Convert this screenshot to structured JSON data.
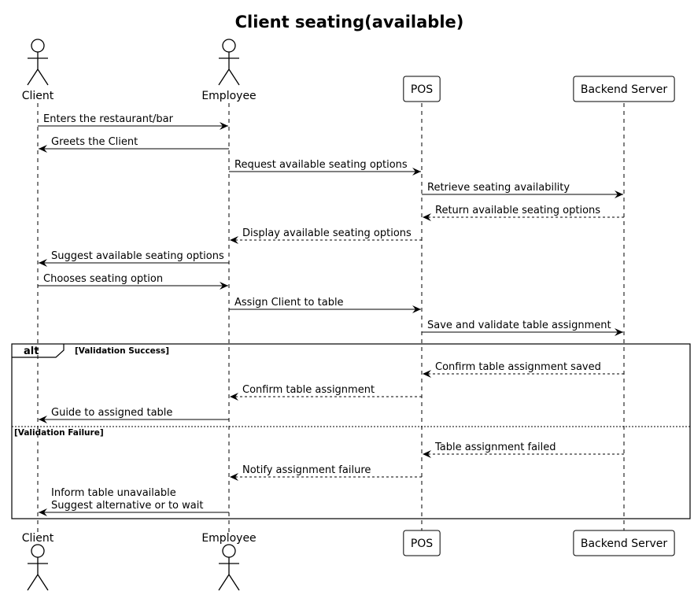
{
  "title": "Client seating(available)",
  "participants": [
    {
      "id": "client",
      "label": "Client",
      "kind": "actor"
    },
    {
      "id": "employee",
      "label": "Employee",
      "kind": "actor"
    },
    {
      "id": "pos",
      "label": "POS",
      "kind": "participant"
    },
    {
      "id": "backend",
      "label": "Backend Server",
      "kind": "participant"
    }
  ],
  "messages": [
    {
      "from": "client",
      "to": "employee",
      "text": "Enters the restaurant/bar",
      "style": "solid"
    },
    {
      "from": "employee",
      "to": "client",
      "text": "Greets the Client",
      "style": "solid"
    },
    {
      "from": "employee",
      "to": "pos",
      "text": "Request available seating options",
      "style": "solid"
    },
    {
      "from": "pos",
      "to": "backend",
      "text": "Retrieve seating availability",
      "style": "solid"
    },
    {
      "from": "backend",
      "to": "pos",
      "text": "Return available seating options",
      "style": "dashed"
    },
    {
      "from": "pos",
      "to": "employee",
      "text": "Display available seating options",
      "style": "dashed"
    },
    {
      "from": "employee",
      "to": "client",
      "text": "Suggest available seating options",
      "style": "solid"
    },
    {
      "from": "client",
      "to": "employee",
      "text": "Chooses seating option",
      "style": "solid"
    },
    {
      "from": "employee",
      "to": "pos",
      "text": "Assign Client to table",
      "style": "solid"
    },
    {
      "from": "pos",
      "to": "backend",
      "text": "Save and validate table assignment",
      "style": "solid"
    }
  ],
  "alt_frame": {
    "keyword": "alt",
    "sections": [
      {
        "guard": "[Validation Success]",
        "messages": [
          {
            "from": "backend",
            "to": "pos",
            "text": "Confirm table assignment saved",
            "style": "dashed"
          },
          {
            "from": "pos",
            "to": "employee",
            "text": "Confirm table assignment",
            "style": "dashed"
          },
          {
            "from": "employee",
            "to": "client",
            "text": "Guide to assigned table",
            "style": "solid"
          }
        ]
      },
      {
        "guard": "[Validation Failure]",
        "messages": [
          {
            "from": "backend",
            "to": "pos",
            "text": "Table assignment failed",
            "style": "dashed"
          },
          {
            "from": "pos",
            "to": "employee",
            "text": "Notify assignment failure",
            "style": "dashed"
          },
          {
            "from": "employee",
            "to": "client",
            "text": [
              "Inform table unavailable",
              "Suggest alternative or to wait"
            ],
            "style": "solid"
          }
        ]
      }
    ]
  }
}
